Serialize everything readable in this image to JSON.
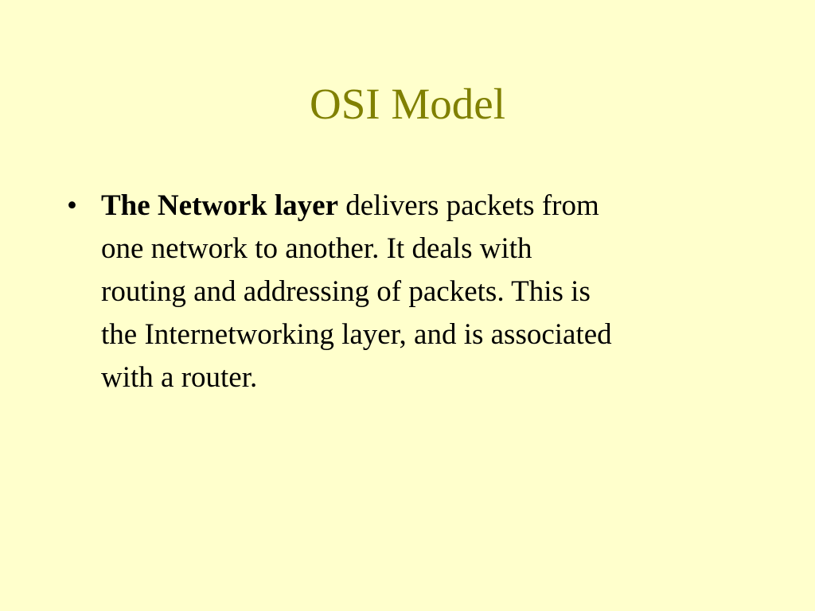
{
  "slide": {
    "title": "OSI Model",
    "bullets": [
      {
        "marker": "•",
        "term": "The Network layer",
        "text": " delivers packets from\none network to another.  It deals with\nrouting and addressing of packets.  This is\nthe Internetworking layer, and is associated\nwith a router."
      }
    ]
  },
  "colors": {
    "background": "#ffffcc",
    "title": "#808000",
    "body_text": "#000000"
  }
}
